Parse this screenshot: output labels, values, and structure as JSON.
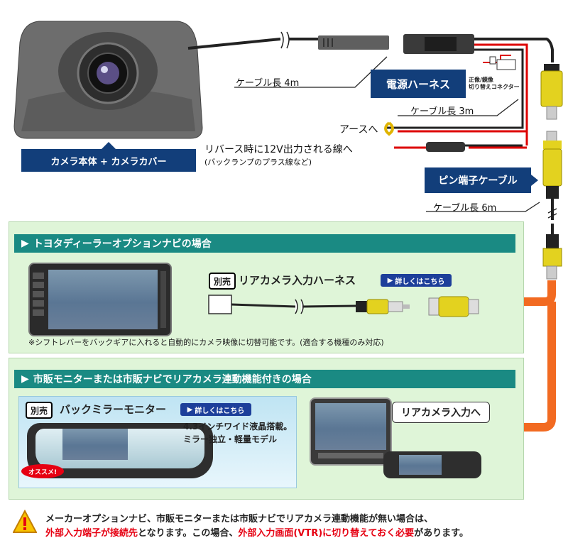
{
  "camera": {
    "label": "カメラ本体 + カメラカバー"
  },
  "cables": {
    "camera_cable_length": "ケーブル長 4m",
    "harness_cable_length": "ケーブル長 3m",
    "pin_cable_length": "ケーブル長 6m"
  },
  "harness": {
    "label": "電源ハーネス",
    "connector_line1": "正像/鏡像",
    "connector_line2": "切り替えコネクター",
    "earth_label": "アースへ",
    "reverse_line": "リバース時に12V出力される線へ",
    "reverse_note": "(バックランプのプラス線など)"
  },
  "pin_cable": {
    "label": "ピン端子ケーブル"
  },
  "toyota_section": {
    "title": "トヨタディーラーオプションナビの場合",
    "betsu": "別売",
    "harness_name": "リアカメラ入力ハーネス",
    "link_label": "詳しくはこちら",
    "note": "※シフトレバーをバックギアに入れると自動的にカメラ映像に切替可能です。(適合する機種のみ対応)"
  },
  "monitor_section": {
    "title": "市販モニターまたは市販ナビでリアカメラ連動機能付きの場合",
    "betsu": "別売",
    "product_name": "バックミラーモニター",
    "link_label": "詳しくはこちら",
    "spec1": "4.3インチワイド液晶搭載。",
    "spec2": "ミラー独立・軽量モデル",
    "badge": "オススメ!",
    "input_label": "リアカメラ入力へ"
  },
  "warning": {
    "line1": "メーカーオプションナビ、市販モニターまたは市販ナビでリアカメラ連動機能が無い場合は、",
    "line2_red1": "外部入力端子が接続先",
    "line2_black1": "となります。この場合、",
    "line2_red2": "外部入力画面(VTR)に切り替えておく必要",
    "line2_black2": "があります。"
  },
  "colors": {
    "navy": "#123e7a",
    "teal": "#1a8a83",
    "panel_green": "#dff5d8",
    "arrow_orange": "#f26a21",
    "rca_yellow": "#e3d21f",
    "warning_red": "#e60012"
  }
}
